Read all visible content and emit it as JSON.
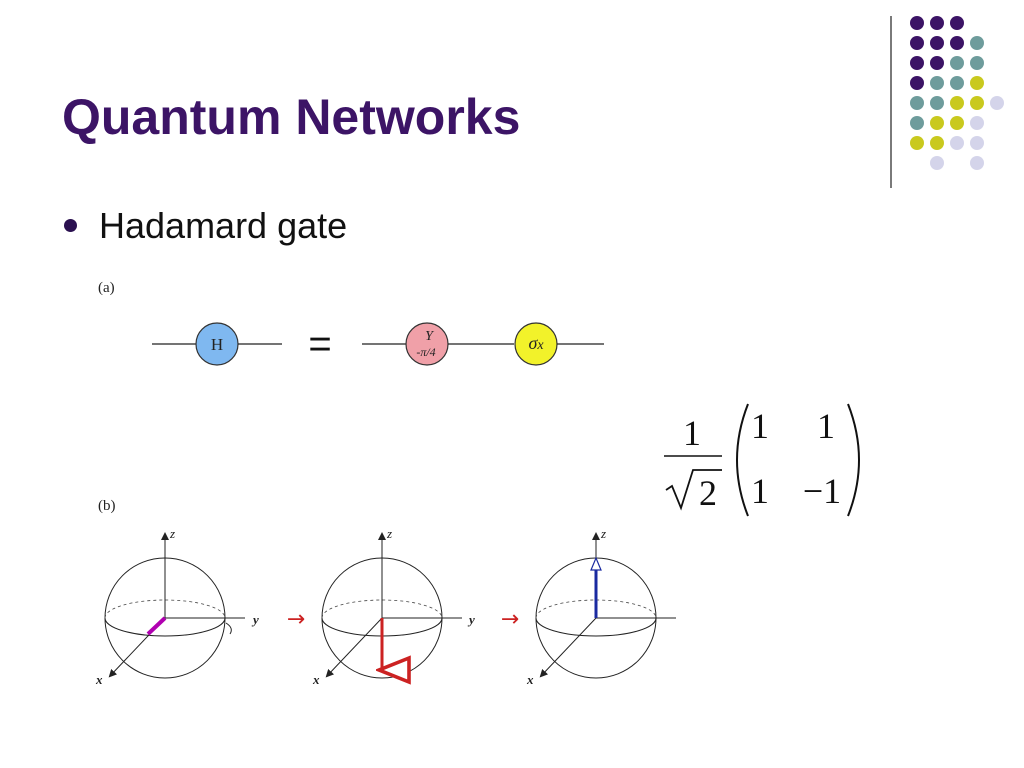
{
  "slide": {
    "title": "Quantum Networks",
    "bullet": "Hadamard gate"
  },
  "figure": {
    "label_a": "(a)",
    "label_b": "(b)",
    "gate_h": "H",
    "equals": "=",
    "gate_y_top": "Y",
    "gate_y_bottom": "-π/4",
    "gate_sigma": "σ",
    "gate_sigma_sub": "x",
    "axis_z": "z",
    "axis_y": "y",
    "axis_x": "x",
    "arrow": "→"
  },
  "matrix": {
    "numerator": "1",
    "denominator": "2",
    "r1c1": "1",
    "r1c2": "1",
    "r2c1": "1",
    "r2c2": "−1"
  },
  "colors": {
    "title": "#3c1466",
    "gate_h": "#7fb8f0",
    "gate_y": "#f0a0a8",
    "gate_sigma": "#f2f22a",
    "purple_dot": "#3c1466",
    "teal_dot": "#6e9c9c",
    "olive_dot": "#c9c91e",
    "lavender_dot": "#d4d4ea"
  }
}
